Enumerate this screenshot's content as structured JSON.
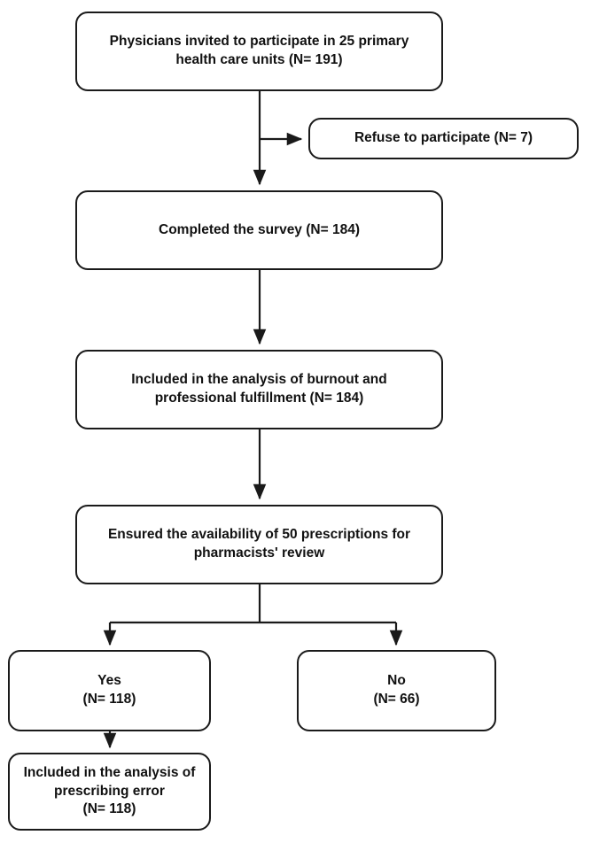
{
  "diagram": {
    "title": "Study participant flow diagram",
    "type": "flowchart",
    "line_color": "#1a1a1a",
    "box_fill": "#ffffff",
    "text_color": "#111111",
    "nodes": {
      "invited": "Physicians invited to participate in 25 primary\nhealth care units (N= 191)",
      "refuse": "Refuse to participate (N= 7)",
      "completed": "Completed the survey (N= 184)",
      "burnout": "Included in the analysis of burnout and\nprofessional fulfillment (N= 184)",
      "ensured": "Ensured the availability of 50 prescriptions for\npharmacists' review",
      "yes": "Yes\n(N= 118)",
      "no": "No\n(N= 66)",
      "final": "Included in the analysis of\nprescribing error\n(N= 118)"
    },
    "connectors": [
      {
        "name": "invited-to-completed",
        "from": "invited",
        "to": "completed",
        "style": "straight-down-arrow"
      },
      {
        "name": "invited-to-refuse",
        "from": "invited",
        "to": "refuse",
        "style": "branch-right-arrow"
      },
      {
        "name": "completed-to-burnout",
        "from": "completed",
        "to": "burnout",
        "style": "straight-down-arrow"
      },
      {
        "name": "burnout-to-ensured",
        "from": "burnout",
        "to": "ensured",
        "style": "straight-down-arrow"
      },
      {
        "name": "ensured-to-yes",
        "from": "ensured",
        "to": "yes",
        "style": "split-down-arrow"
      },
      {
        "name": "ensured-to-no",
        "from": "ensured",
        "to": "no",
        "style": "split-down-arrow"
      },
      {
        "name": "yes-to-final",
        "from": "yes",
        "to": "final",
        "style": "straight-down-arrow"
      }
    ]
  }
}
